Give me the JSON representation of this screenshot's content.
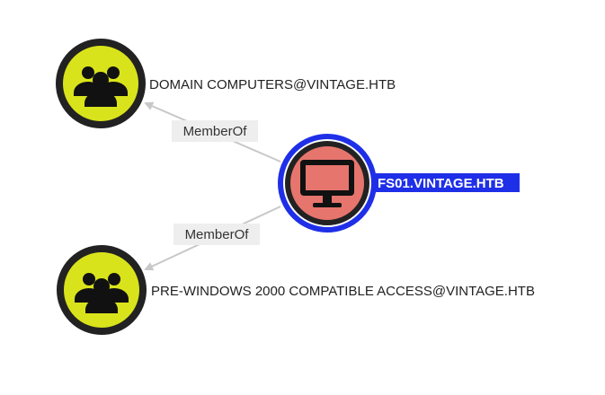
{
  "graph": {
    "nodes": [
      {
        "id": "domain-computers",
        "label": "DOMAIN COMPUTERS@VINTAGE.HTB",
        "kind": "group",
        "icon": "users-group-icon",
        "fill": "#d9e31b",
        "ring": "#222222"
      },
      {
        "id": "fs01",
        "label": "FS01.VINTAGE.HTB",
        "kind": "computer",
        "icon": "computer-monitor-icon",
        "fill": "#e6756d",
        "ring": "#222222",
        "selected": true,
        "highlight": "#1f2fe8"
      },
      {
        "id": "pre-windows-2000",
        "label": "PRE-WINDOWS 2000 COMPATIBLE ACCESS@VINTAGE.HTB",
        "kind": "group",
        "icon": "users-group-icon",
        "fill": "#d9e31b",
        "ring": "#222222"
      }
    ],
    "edges": [
      {
        "from": "fs01",
        "to": "domain-computers",
        "label": "MemberOf"
      },
      {
        "from": "fs01",
        "to": "pre-windows-2000",
        "label": "MemberOf"
      }
    ],
    "edge_color": "#c8c8c8"
  }
}
